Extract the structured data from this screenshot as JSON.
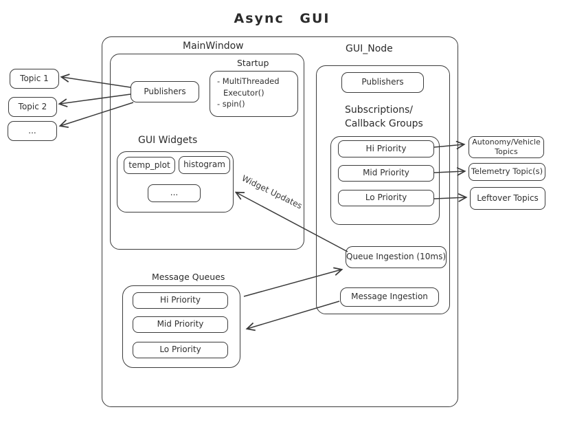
{
  "title": "Async GUI",
  "colors": {
    "stroke": "#3a3a3a",
    "text": "#2f2f2f",
    "background": "#ffffff"
  },
  "left_topics": {
    "topic1": "Topic 1",
    "topic2": "Topic 2",
    "more": "..."
  },
  "main_window": {
    "label": "MainWindow",
    "publishers_label": "Publishers",
    "startup": {
      "label": "Startup",
      "line1": "- MultiThreaded",
      "line2": "Executor()",
      "line3": "- spin()"
    },
    "gui_widgets": {
      "label": "GUI Widgets",
      "temp_plot": "temp_plot",
      "histogram": "histogram",
      "more": "..."
    }
  },
  "message_queues": {
    "label": "Message Queues",
    "hi": "Hi Priority",
    "mid": "Mid Priority",
    "lo": "Lo Priority"
  },
  "gui_node": {
    "label": "GUI_Node",
    "publishers_label": "Publishers",
    "subscriptions": {
      "label_line1": "Subscriptions/",
      "label_line2": "Callback Groups",
      "hi": "Hi Priority",
      "mid": "Mid Priority",
      "lo": "Lo Priority"
    },
    "queue_ingestion_label": "Queue Ingestion (10ms)",
    "message_ingestion_label": "Message Ingestion"
  },
  "right_topics": {
    "autonomy_line1": "Autonomy/Vehicle",
    "autonomy_line2": "Topics",
    "telemetry": "Telemetry Topic(s)",
    "leftover": "Leftover Topics"
  },
  "edge_labels": {
    "widget_updates": "Widget Updates"
  }
}
